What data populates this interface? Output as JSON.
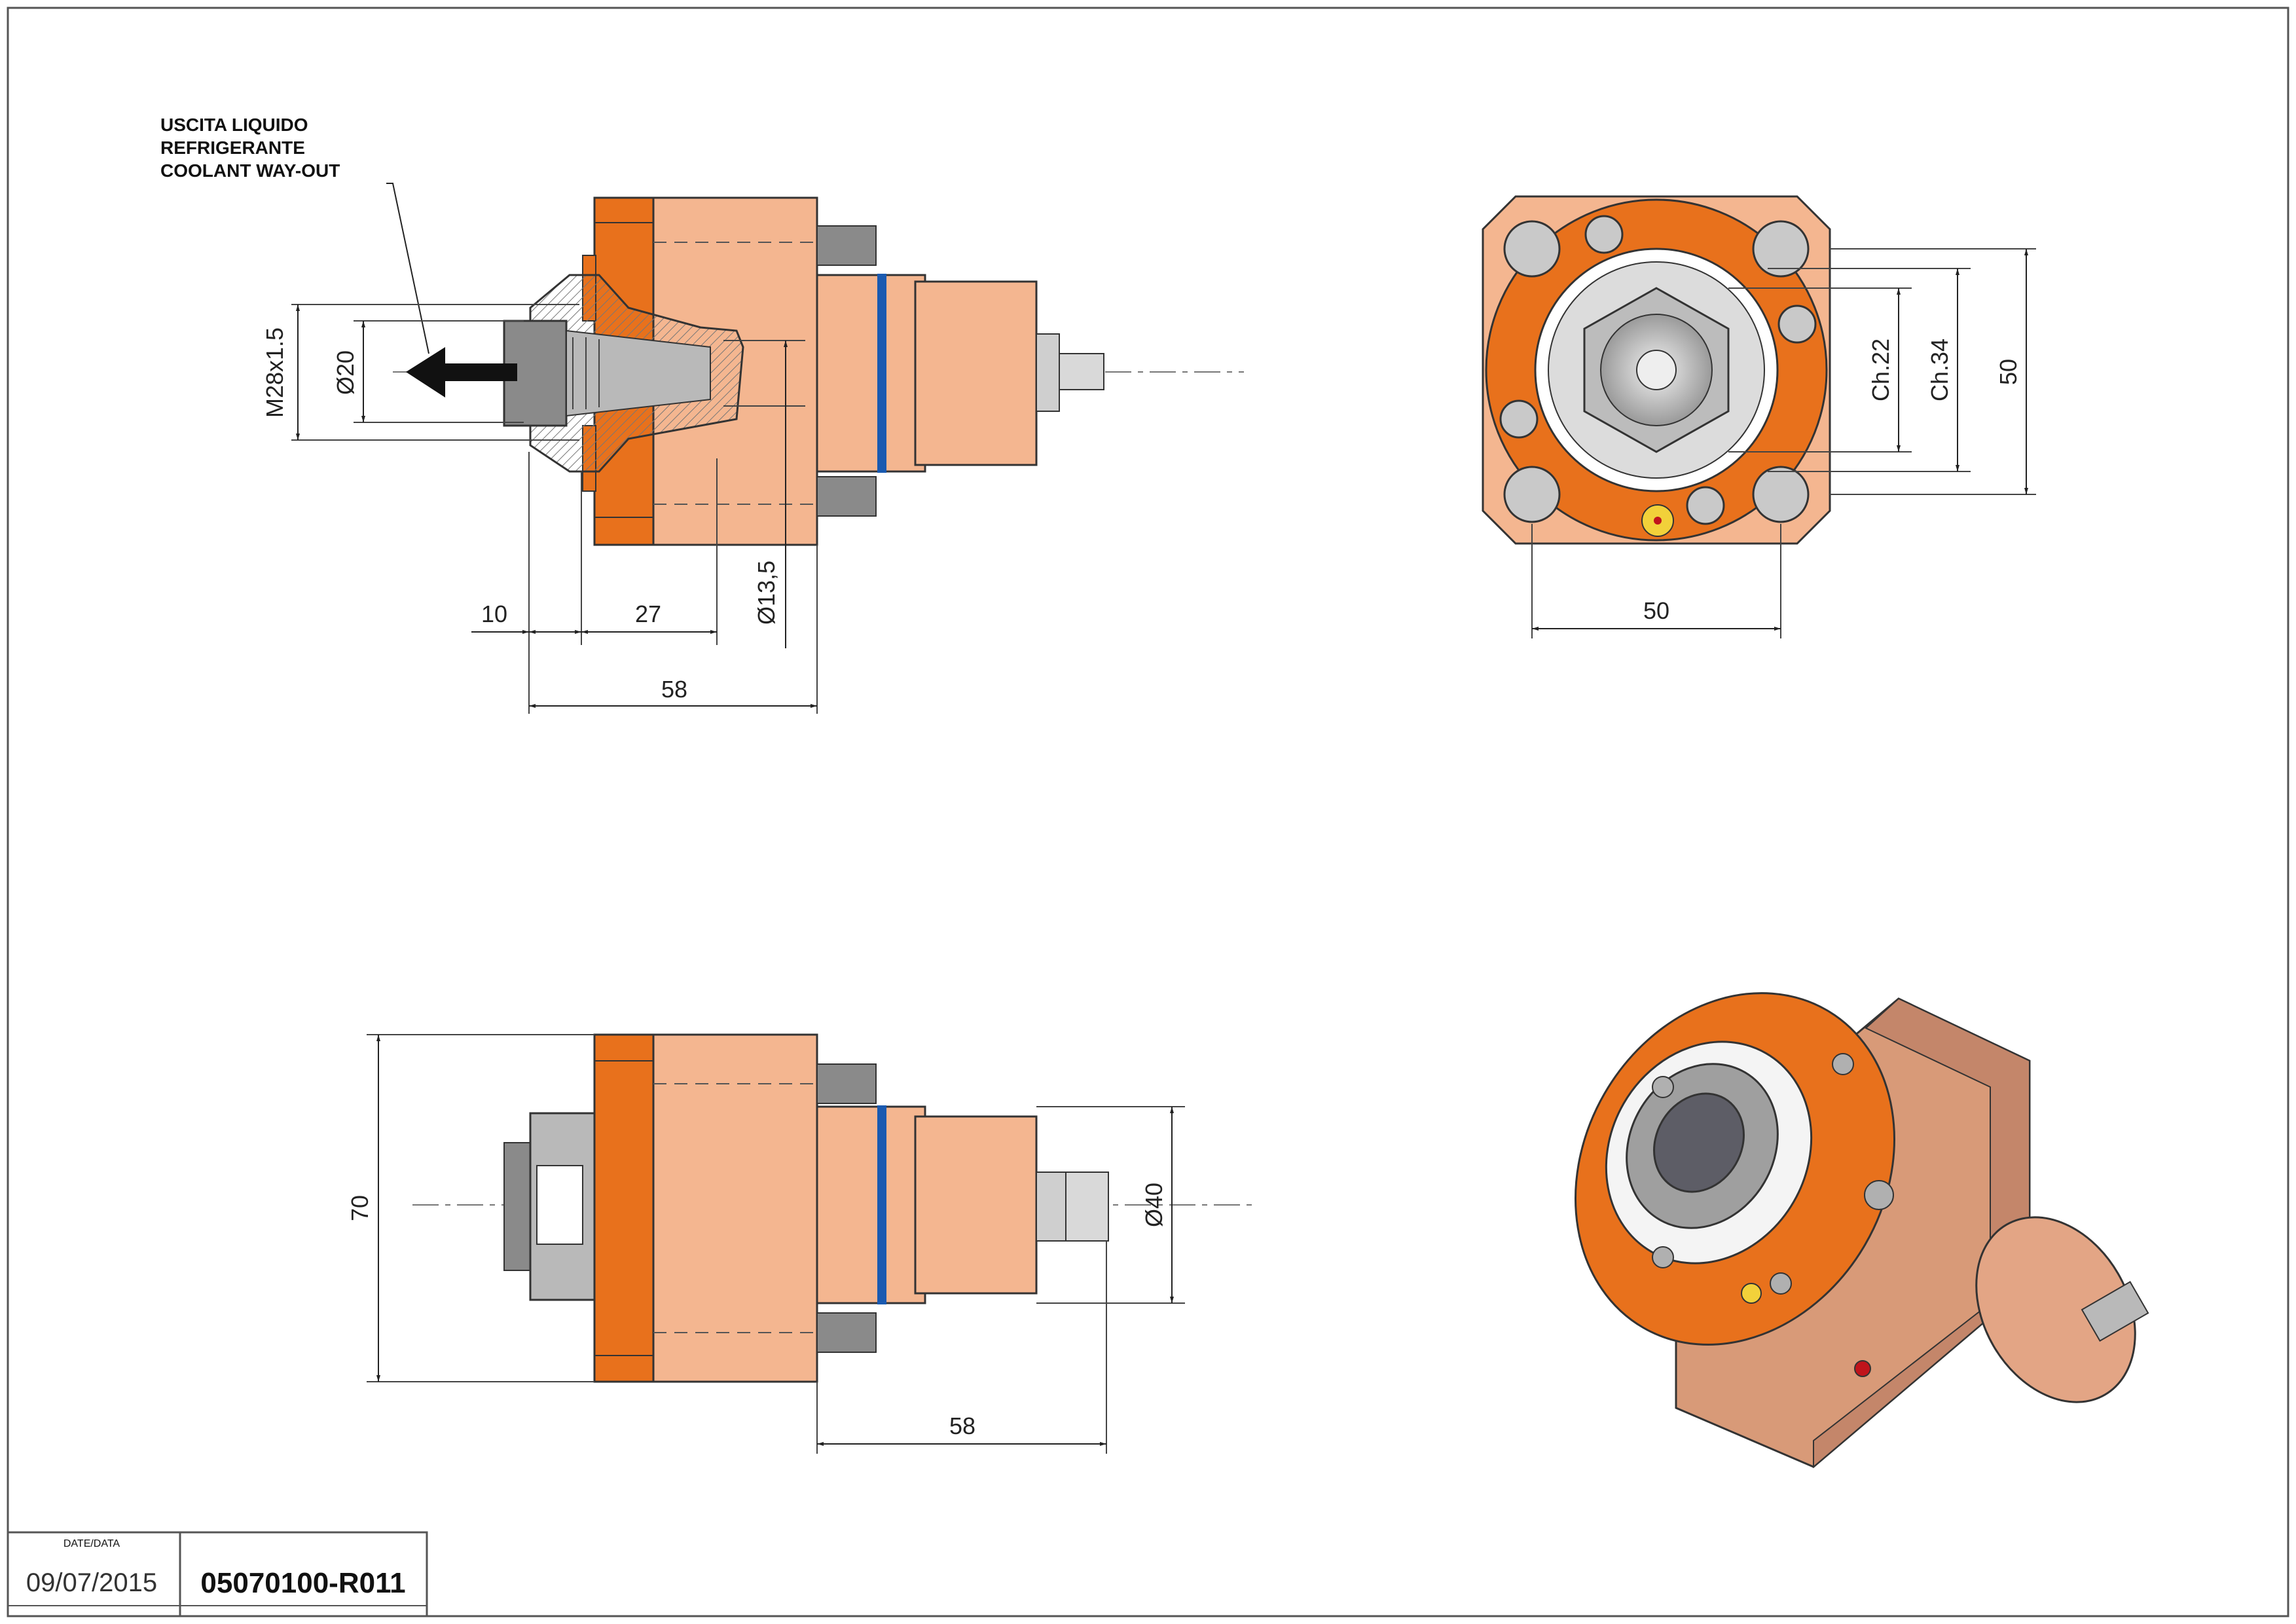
{
  "note": {
    "line1": "USCITA LIQUIDO",
    "line2": "REFRIGERANTE",
    "line3": "COOLANT WAY-OUT"
  },
  "dims": {
    "m28": "M28x1.5",
    "d20": "Ø20",
    "d13": "Ø13,5",
    "d10": "10",
    "d27": "27",
    "d58a": "58",
    "ch22": "Ch.22",
    "ch34": "Ch.34",
    "h50": "50",
    "w50": "50",
    "h70": "70",
    "d40": "Ø40",
    "d58b": "58"
  },
  "title_block": {
    "date_label": "DATE/DATA",
    "date": "09/07/2015",
    "code": "05070100-R011"
  },
  "colors": {
    "flange_orange": "#e8711c",
    "body_peach": "#f4b690",
    "iso_body": "#d89a78",
    "steel_grey": "#8a8a8a",
    "oring_blue": "#1a5ab0"
  }
}
